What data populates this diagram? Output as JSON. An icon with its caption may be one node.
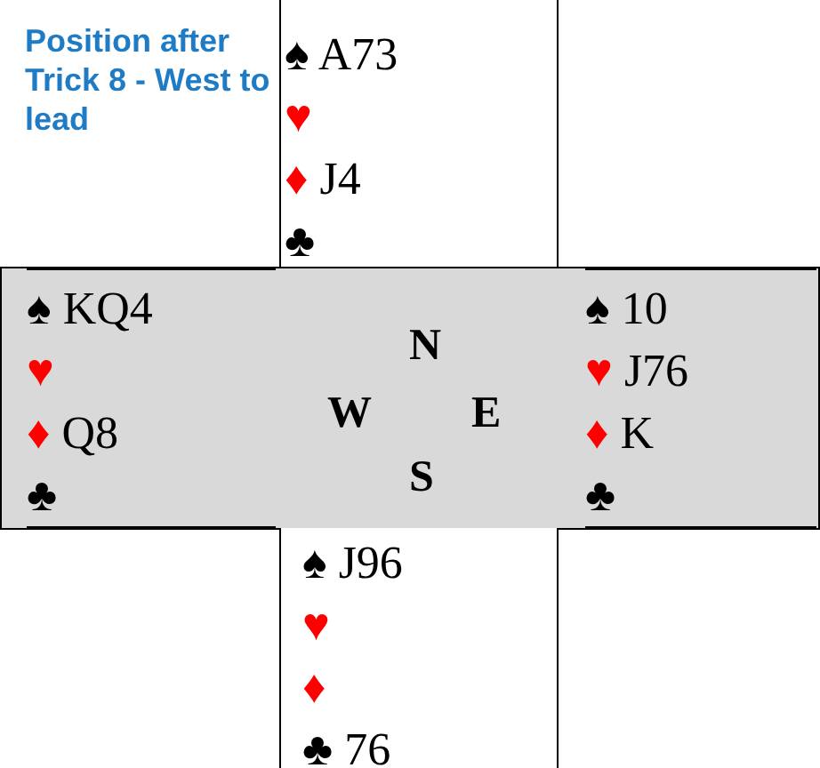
{
  "diagram": {
    "title": "Position after Trick 8 - West to lead",
    "nodes": [
      {
        "text": [
          "♠ A73",
          "♥",
          "♦ J4",
          "♣"
        ]
      },
      {
        "text": [],
        "shape": "box"
      },
      {
        "text": [
          "♠ KQ4",
          "♥",
          "♦ Q8",
          "♣"
        ],
        "in": 1
      },
      {
        "text": [
          "♠ 10",
          "♥ J76",
          "♦ K",
          "♣"
        ],
        "in": 1
      },
      {
        "text": [
          "♠ J96",
          "♥",
          "♦",
          "♣ 76"
        ]
      }
    ],
    "labels": [
      "N",
      "W",
      "E",
      "S"
    ]
  }
}
